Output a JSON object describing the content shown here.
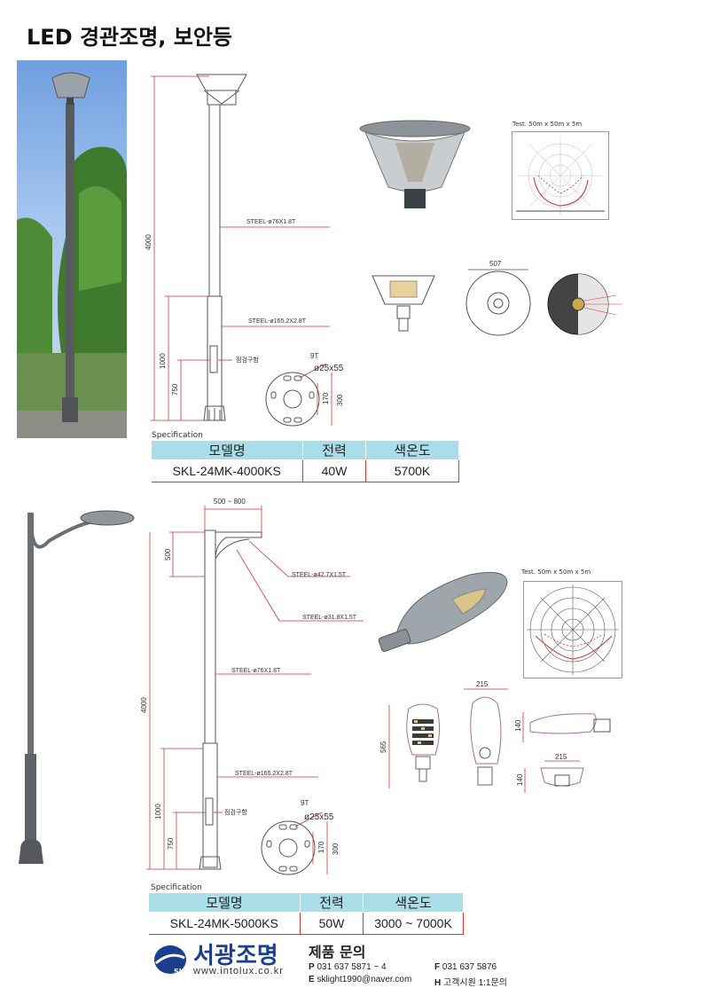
{
  "page_title": "LED 경관조명, 보안등",
  "product1": {
    "dims": {
      "height": "4000",
      "h1000": "1000",
      "h750": "750",
      "steel_pole": "STEEL-ø76X1.8T",
      "steel_base": "STEEL-ø165.2X2.8T",
      "inspection": "점검구함",
      "plate_9t": "9T",
      "hole": "ø25x55",
      "d170": "170",
      "d300": "300",
      "top_507": "507"
    },
    "photometric_title": "Test. 50m x 50m x 5m",
    "spec_label": "Specification",
    "spec": {
      "headers": [
        "모델명",
        "전력",
        "색온도"
      ],
      "row": [
        "SKL-24MK-4000KS",
        "40W",
        "5700K"
      ]
    }
  },
  "product2": {
    "dims": {
      "arm": "500 ~ 800",
      "arm_h": "500",
      "height": "4000",
      "h1000": "1000",
      "h750": "750",
      "steel_arm1": "STEEL-ø42.7X1.5T",
      "steel_arm2": "STEEL-ø31.8X1.5T",
      "steel_pole": "STEEL-ø76X1.8T",
      "steel_base": "STEEL-ø165.2X2.8T",
      "inspection": "점검구함",
      "plate_9t": "9T",
      "hole": "ø25x55",
      "d170": "170",
      "d300": "300",
      "w215a": "215",
      "h565": "565",
      "h140a": "140",
      "w215b": "215",
      "h140b": "140"
    },
    "photometric_title": "Test. 50m x 50m x 5m",
    "spec_label": "Specification",
    "spec": {
      "headers": [
        "모델명",
        "전력",
        "색온도"
      ],
      "row": [
        "SKL-24MK-5000KS",
        "50W",
        "3000 ~ 7000K"
      ]
    }
  },
  "footer": {
    "company": "서광조명",
    "logo_mark": "SKL",
    "website": "www.intolux.co.kr",
    "inquiry": "제품 문의",
    "p_label": "P",
    "phone": "031 637 5871 ~ 4",
    "f_label": "F",
    "fax": "031 637 5876",
    "e_label": "E",
    "email": "sklight1990@naver.com",
    "h_label": "H",
    "homepage": "고객시원 1:1문의"
  },
  "colors": {
    "header_fill": "#a9dde8",
    "dimension_red": "#d33333",
    "logo_blue": "#1a3f8f"
  }
}
